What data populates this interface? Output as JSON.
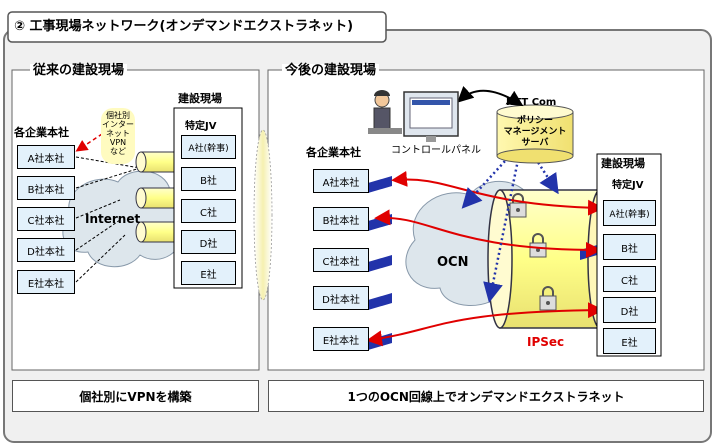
{
  "header": {
    "title": "② 工事現場ネットワーク(オンデマンドエクストラネット)"
  },
  "left": {
    "section_title": "従来の建設現場",
    "hq_group_label": "各企業本社",
    "hq_boxes": [
      "A社本社",
      "B社本社",
      "C社本社",
      "D社本社",
      "E社本社"
    ],
    "callout": [
      "個社別",
      "インター",
      "ネット",
      "VPN",
      "など"
    ],
    "cloud_label": "Internet",
    "site_label": "建設現場",
    "jv_label": "特定JV",
    "site_boxes": [
      "A社(幹事)",
      "B社",
      "C社",
      "D社",
      "E社"
    ],
    "caption": "個社別にVPNを構築"
  },
  "right": {
    "section_title": "今後の建設現場",
    "ntt_label": "NTT Com",
    "control_panel_label": "コントロールパネル",
    "policy_server": [
      "ポリシー",
      "マネージメント",
      "サーバ"
    ],
    "hq_group_label": "各企業本社",
    "hq_boxes": [
      "A社本社",
      "B社本社",
      "C社本社",
      "D社本社",
      "E社本社"
    ],
    "cloud_label": "OCN",
    "ipsec_label": "IPSec",
    "site_label": "建設現場",
    "jv_label": "特定JV",
    "site_boxes": [
      "A社(幹事)",
      "B社",
      "C社",
      "D社",
      "E社"
    ],
    "caption": "1つのOCN回線上でオンデマンドエクストラネット"
  },
  "colors": {
    "box_fill": "#e3f1fb",
    "tube_fill": "#ffff99",
    "arrow_red": "#e00000",
    "arrow_blue": "#2233aa",
    "ipsec_red": "#e00000"
  }
}
